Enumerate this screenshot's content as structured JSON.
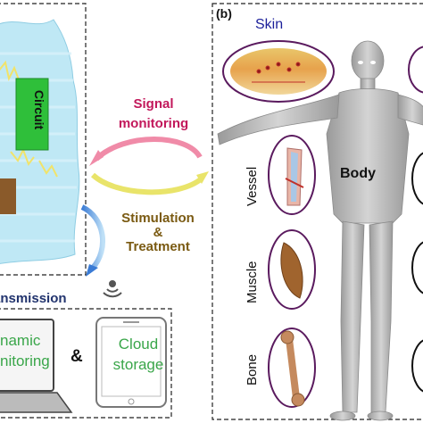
{
  "panel_b": {
    "label": "(b)",
    "skin_label": "Skin",
    "body_label": "Body",
    "tissues": [
      "Vessel",
      "Muscle",
      "Bone"
    ]
  },
  "panel_a": {
    "circuit_label": "Circuit",
    "signal_line1": "Signal",
    "signal_line2": "monitoring",
    "stim_line1": "Stimulation",
    "stim_line2": "&",
    "stim_line3": "Treatment",
    "transmission_label": "ansmission"
  },
  "bottom": {
    "laptop_line1": "namic",
    "laptop_line2": "nitoring",
    "ampersand": "&",
    "cloud_line1": "Cloud",
    "cloud_line2": "storage"
  },
  "colors": {
    "signal": "#c2185b",
    "stimulation": "#7a5a12",
    "transmission": "#22346e",
    "monitoring_text": "#3aa64a",
    "skin_text": "#1b1f9a",
    "device_blue": "#bfe8f5",
    "circuit_green": "#2fbf3a",
    "tissue_ring": "#5a1a5e"
  }
}
